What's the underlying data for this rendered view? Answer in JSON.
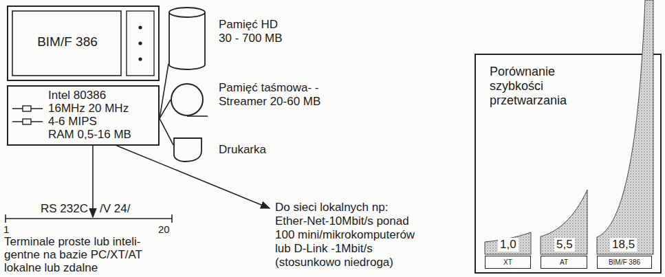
{
  "diagram": {
    "nodes": [
      {
        "text": [
          "BIM/F 386"
        ]
      },
      {
        "text": [
          "Intel 80386",
          "16MHz 20 MHz",
          "4-6 MIPS",
          "RAM 0,5-16 MB"
        ]
      },
      {
        "text": [
          "Pamięć HD 30 - 700 MB"
        ]
      },
      {
        "text": [
          "Pamięć taśmowa- -Streamer 20-60 MB"
        ]
      },
      {
        "text": [
          "Drukarka"
        ]
      },
      {
        "text": [
          "Porównanie szybkości przetwarzania"
        ]
      },
      {
        "text": [
          "XT"
        ],
        "in": 5
      },
      {
        "text": [
          "AT"
        ],
        "in": 5
      },
      {
        "text": [
          "BIM/F 386"
        ],
        "in": 5
      }
    ],
    "edges": [
      {
        "from": 1,
        "to": 2,
        "arrow": "none"
      },
      {
        "from": 1,
        "to": 3,
        "arrow": "none"
      },
      {
        "from": 1,
        "to": 4,
        "arrow": "none"
      }
    ],
    "labels": [
      "RS 232C",
      "/V 24/",
      "1",
      "20",
      "Terminale proste lub inteli- gentne na bazie PC/XT/AT lokalne lub zdalne",
      "Do sieci lokalnych np: Ether-Net-10Mbit/s ponad 100 mini/mikrokomputerów lub D-Link -1Mbit/s (stosunkowo niedroga)",
      "1,0",
      "5,5",
      "18,5"
    ]
  }
}
